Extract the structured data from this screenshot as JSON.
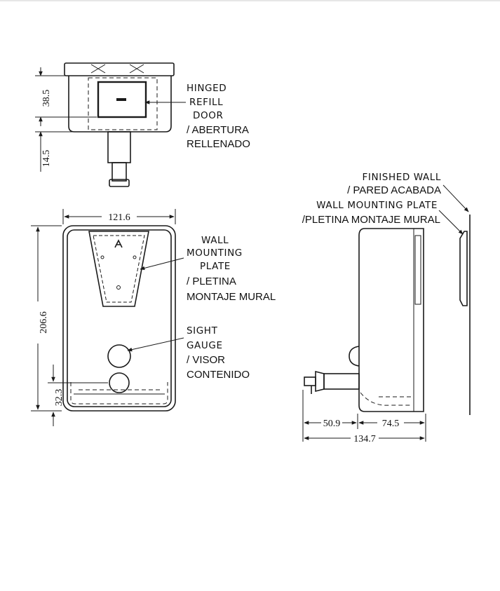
{
  "labels": {
    "hinged_refill_door": [
      "HINGED",
      "REFILL",
      "DOOR"
    ],
    "hinged_refill_door_es": [
      "/ ABERTURA",
      "RELLENADO"
    ],
    "wall_mounting_plate": [
      "WALL",
      "MOUNTING",
      "PLATE"
    ],
    "wall_mounting_plate_es": [
      "/ PLETINA",
      "MONTAJE MURAL"
    ],
    "sight_gauge": [
      "SIGHT",
      "GAUGE"
    ],
    "sight_gauge_es": [
      "/ VISOR",
      "CONTENIDO"
    ],
    "finished_wall": "FINISHED WALL",
    "finished_wall_es": "/ PARED ACABADA",
    "side_wall_mounting_plate": "WALL MOUNTING PLATE",
    "side_wall_mounting_plate_es": "/PLETINA MONTAJE MURAL"
  },
  "dimensions": {
    "top_door_height": "38.5",
    "top_spout": "14.5",
    "front_width": "121.6",
    "front_height": "206.6",
    "front_gauge_offset": "32.3",
    "side_spout": "50.9",
    "side_depth": "74.5",
    "side_total": "134.7"
  }
}
